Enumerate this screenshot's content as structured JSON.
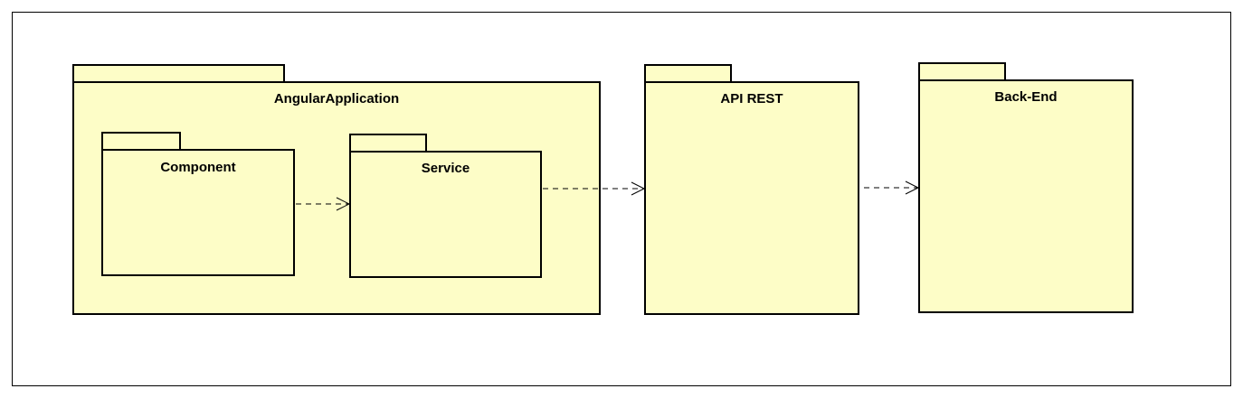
{
  "diagram": {
    "packages": {
      "angular_application": {
        "label": "AngularApplication"
      },
      "component": {
        "label": "Component"
      },
      "service": {
        "label": "Service"
      },
      "api_rest": {
        "label": "API REST"
      },
      "back_end": {
        "label": "Back-End"
      }
    },
    "dependencies": [
      {
        "from": "Component",
        "to": "Service",
        "style": "dashed",
        "arrowhead": "open"
      },
      {
        "from": "Service",
        "to": "API REST",
        "style": "dashed",
        "arrowhead": "open"
      },
      {
        "from": "API REST",
        "to": "Back-End",
        "style": "dashed",
        "arrowhead": "open"
      }
    ],
    "colors": {
      "package_fill": "#fdfdc7",
      "stroke": "#000000"
    }
  }
}
